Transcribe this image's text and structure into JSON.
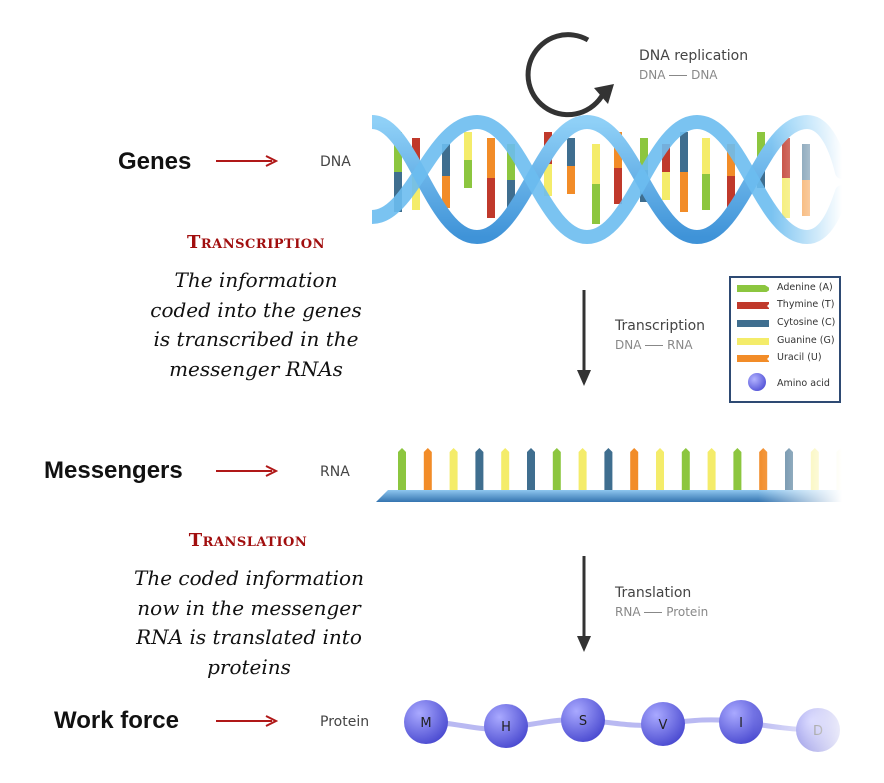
{
  "rows": {
    "genes": {
      "label": "Genes",
      "molecule": "DNA"
    },
    "messengers": {
      "label": "Messengers",
      "molecule": "RNA"
    },
    "work_force": {
      "label": "Work force",
      "molecule": "Protein"
    }
  },
  "transcription_note": {
    "title": "Transcription",
    "lines": [
      "The information",
      "coded into the genes",
      "is transcribed in the",
      "messenger RNAs"
    ]
  },
  "translation_note": {
    "title": "Translation",
    "lines": [
      "The coded information",
      "now in the messenger",
      "RNA is translated into",
      "proteins"
    ]
  },
  "processes": {
    "replication": {
      "title": "DNA replication",
      "from": "DNA",
      "to": "DNA"
    },
    "transcription": {
      "title": "Transcription",
      "from": "DNA",
      "to": "RNA"
    },
    "translation": {
      "title": "Translation",
      "from": "RNA",
      "to": "Protein"
    }
  },
  "legend": [
    {
      "label": "Adenine (A)",
      "color": "#8cc63f",
      "icon": "arrow-right-swatch"
    },
    {
      "label": "Thymine (T)",
      "color": "#c0392b",
      "icon": "notch-swatch"
    },
    {
      "label": "Cytosine (C)",
      "color": "#3f6e8f",
      "icon": "bar-swatch"
    },
    {
      "label": "Guanine (G)",
      "color": "#f4ec6a",
      "icon": "bar-swatch"
    },
    {
      "label": "Uracil (U)",
      "color": "#f28c28",
      "icon": "notch-swatch"
    },
    {
      "label": "Amino acid",
      "color": "#6f6fe0",
      "icon": "sphere-swatch"
    }
  ],
  "protein_chain": [
    "M",
    "H",
    "S",
    "V",
    "I",
    "D"
  ],
  "colors": {
    "red_arrow": "#b01818",
    "helix_blue": "#5aaee8",
    "dark_arrow": "#333333",
    "title_red": "#a10e0e"
  }
}
